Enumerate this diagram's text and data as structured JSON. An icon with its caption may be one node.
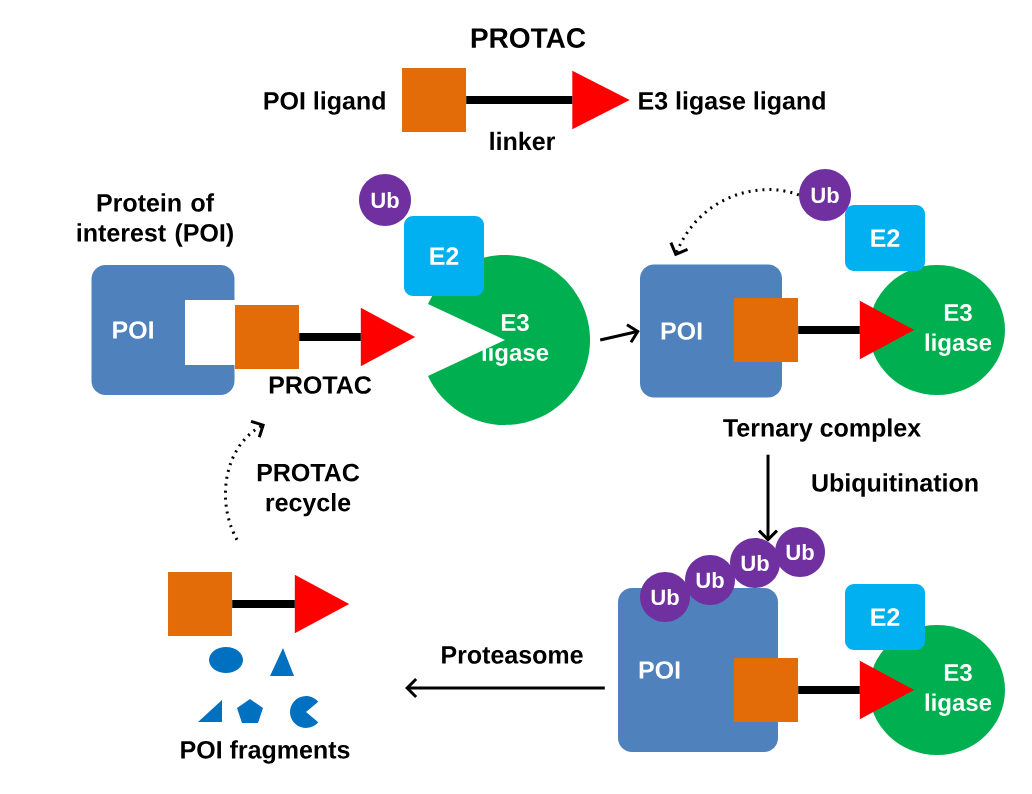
{
  "diagram": {
    "title": "PROTAC",
    "nodes": [
      {
        "text": [],
        "shape": "box",
        "beside": [
          "POI ligand"
        ]
      },
      {
        "text": [],
        "shape": "triangle",
        "beside": [
          "E3 ligase ligand"
        ]
      },
      {
        "text": [
          "POI"
        ],
        "beside": [
          "Protein of interest (POI)"
        ]
      },
      {
        "text": [],
        "shape": "box",
        "beside": [
          "PROTAC"
        ]
      },
      {
        "text": [],
        "shape": "triangle"
      },
      {
        "text": [
          "Ub"
        ]
      },
      {
        "text": [
          "E2"
        ]
      },
      {
        "text": [
          "E3 ligase"
        ]
      },
      {
        "text": [
          "POI"
        ],
        "beside": [
          "Ternary complex"
        ]
      },
      {
        "text": [],
        "shape": "box"
      },
      {
        "text": [],
        "shape": "triangle"
      },
      {
        "text": [
          "E2"
        ]
      },
      {
        "text": [
          "E3 ligase"
        ]
      },
      {
        "text": [
          "Ub"
        ]
      },
      {
        "text": [
          "POI"
        ]
      },
      {
        "text": [],
        "shape": "box"
      },
      {
        "text": [],
        "shape": "triangle"
      },
      {
        "text": [
          "E2"
        ]
      },
      {
        "text": [
          "E3 ligase"
        ]
      },
      {
        "text": [
          "Ub"
        ]
      },
      {
        "text": [
          "Ub"
        ]
      },
      {
        "text": [
          "Ub"
        ]
      },
      {
        "text": [
          "Ub"
        ]
      },
      {
        "text": [],
        "shape": "box"
      },
      {
        "text": [],
        "shape": "triangle"
      }
    ],
    "edges": [
      {
        "from": 0,
        "to": 1,
        "arrow": "none",
        "style": "thick",
        "label": "linker"
      },
      {
        "from": 3,
        "to": 4,
        "arrow": "none",
        "style": "thick"
      },
      {
        "from": 7,
        "to": 8,
        "arrow": "to"
      },
      {
        "from": 13,
        "to": 8,
        "arrow": "to",
        "style": "dashed"
      },
      {
        "from": 9,
        "to": 10,
        "arrow": "none",
        "style": "thick"
      },
      {
        "from": 8,
        "to": 21,
        "arrow": "to",
        "label": "Ubiquitination"
      },
      {
        "from": 15,
        "to": 16,
        "arrow": "none",
        "style": "thick"
      },
      {
        "from": 14,
        "to": null,
        "arrow": "to",
        "label": "Proteasome"
      },
      {
        "from": 23,
        "to": 24,
        "arrow": "none",
        "style": "thick"
      },
      {
        "from": 23,
        "to": 3,
        "arrow": "to",
        "style": "dashed",
        "label": "PROTAC recycle"
      }
    ],
    "labels": [
      "POI fragments"
    ]
  }
}
